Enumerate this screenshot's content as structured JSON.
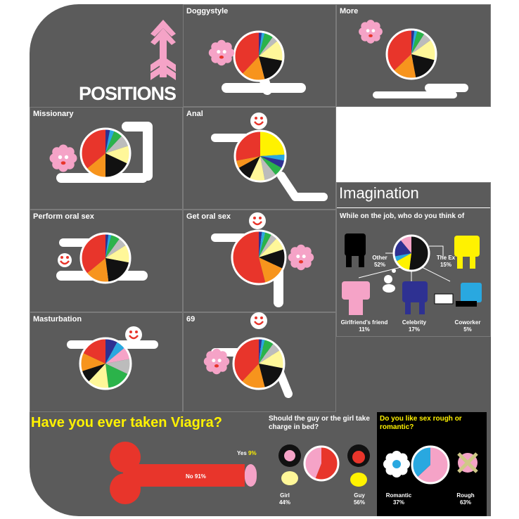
{
  "positions_title": "POSITIONS",
  "panels": [
    {
      "id": "doggystyle",
      "title": "Doggystyle"
    },
    {
      "id": "more",
      "title": "More"
    },
    {
      "id": "missionary",
      "title": "Missionary"
    },
    {
      "id": "anal",
      "title": "Anal"
    },
    {
      "id": "perform-oral",
      "title": "Perform oral sex"
    },
    {
      "id": "get-oral",
      "title": "Get oral sex"
    },
    {
      "id": "masturbation",
      "title": "Masturbation"
    },
    {
      "id": "sixtynine",
      "title": "69"
    }
  ],
  "imagination": {
    "title": "Imagination",
    "subtitle": "While on the job, who do you think of",
    "items": [
      {
        "label": "Other",
        "value": "52%"
      },
      {
        "label": "The Ex",
        "value": "15%"
      },
      {
        "label": "Girlfriend’s friend",
        "value": "11%"
      },
      {
        "label": "Celebrity",
        "value": "17%"
      },
      {
        "label": "Coworker",
        "value": "5%"
      }
    ]
  },
  "viagra": {
    "title": "Have you ever taken Viagra?",
    "yes_label": "Yes",
    "yes_value": "9%",
    "no_label": "No 91%",
    "yes_pct": 9,
    "no_pct": 91
  },
  "charge": {
    "title": "Should the guy or the girl take charge in bed?",
    "girl_label": "Girl",
    "girl_value": "44%",
    "guy_label": "Guy",
    "guy_value": "56%",
    "girl_pct": 44,
    "guy_pct": 56
  },
  "rough": {
    "title": "Do you like sex rough or romantic?",
    "romantic_label": "Romantic",
    "romantic_value": "37%",
    "rough_label": "Rough",
    "rough_value": "63%",
    "romantic_pct": 37,
    "rough_pct": 63
  },
  "colors": {
    "panel": "#5b5b5b",
    "red": "#e8352b",
    "orange": "#f7941d",
    "black": "#111111",
    "yellow": "#fff200",
    "paleyellow": "#fff799",
    "green": "#2bb34a",
    "blue": "#2e3192",
    "skyblue": "#29a8e0",
    "pink": "#f5a3c7",
    "gray": "#bcbcbc"
  }
}
